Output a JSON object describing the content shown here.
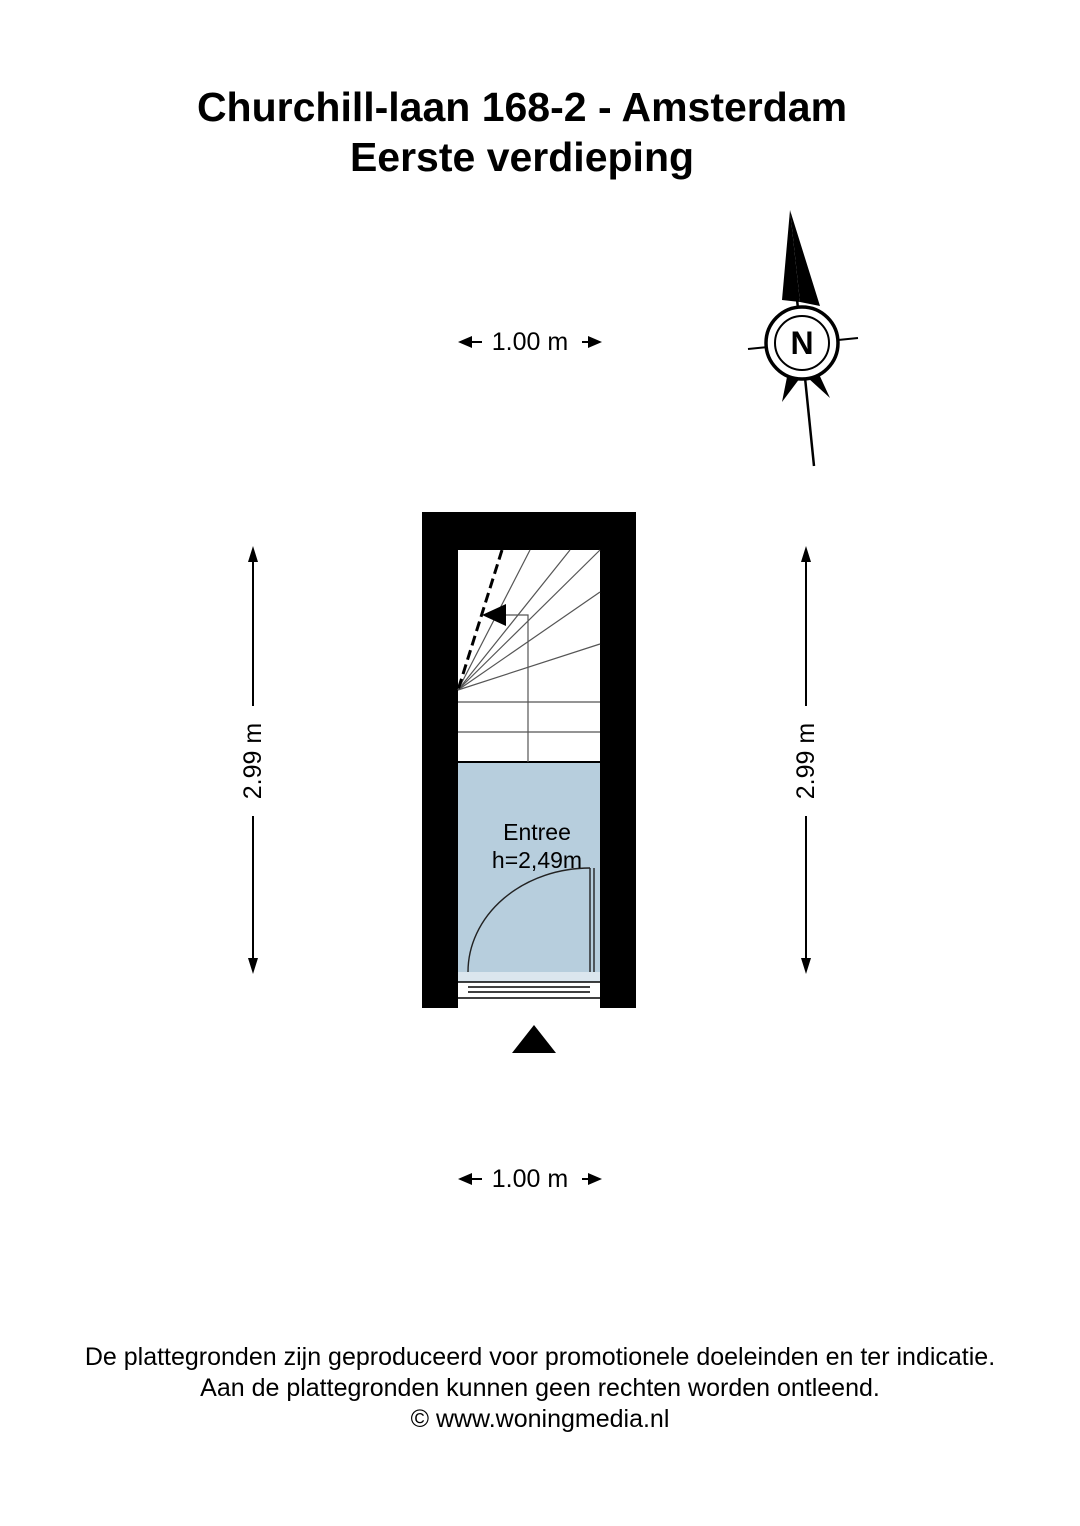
{
  "header": {
    "address": "Churchill-laan 168-2 - Amsterdam",
    "floor": "Eerste verdieping"
  },
  "dimensions": {
    "top_width": "1.00 m",
    "bottom_width": "1.00 m",
    "left_length": "2.99 m",
    "right_length": "2.99 m"
  },
  "rooms": [
    {
      "name": "Entree",
      "height": "h=2,49m"
    }
  ],
  "compass": {
    "label": "N"
  },
  "colors": {
    "room_fill": "#b7cedd",
    "wall": "#000000"
  },
  "footer": {
    "line1": "De plattegronden zijn geproduceerd voor promotionele doeleinden en ter indicatie.",
    "line2": "Aan de plattegronden kunnen geen rechten worden ontleend.",
    "line3": "© www.woningmedia.nl"
  }
}
